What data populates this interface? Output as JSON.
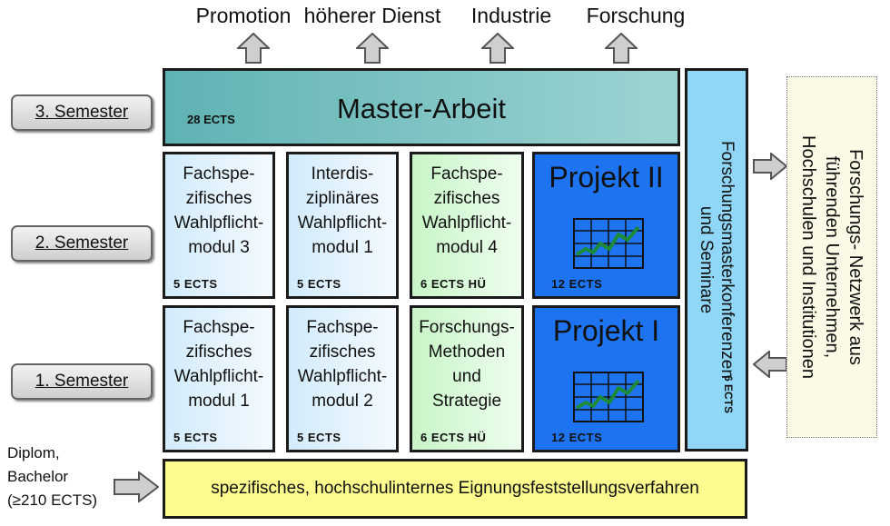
{
  "outcomes": [
    "Promotion",
    "höherer Dienst",
    "Industrie",
    "Forschung"
  ],
  "semesters": {
    "third": "3. Semester",
    "second": "2. Semester",
    "first": "1. Semester"
  },
  "master": {
    "title": "Master-Arbeit",
    "ects": "28 ECTS"
  },
  "row2": [
    {
      "title": "Fachspe-\nzifisches\nWahlpflicht-\nmodul 3",
      "ects": "5 ECTS"
    },
    {
      "title": "Interdis-\nziplinäres\nWahlpflicht-\nmodul 1",
      "ects": "5 ECTS"
    },
    {
      "title": "Fachspe-\nzifisches\nWahlpflicht-\nmodul 4",
      "ects": "6 ECTS HÜ"
    },
    {
      "title": "Projekt II",
      "ects": "12 ECTS"
    }
  ],
  "row1": [
    {
      "title": "Fachspe-\nzifisches\nWahlpflicht-\nmodul 1",
      "ects": "5 ECTS"
    },
    {
      "title": "Fachspe-\nzifisches\nWahlpflicht-\nmodul 2",
      "ects": "5 ECTS"
    },
    {
      "title": "Forschungs-\nMethoden\nund\nStrategie",
      "ects": "6 ECTS HÜ"
    },
    {
      "title": "Projekt I",
      "ects": "12 ECTS"
    }
  ],
  "vertical": {
    "title": "Forschungsmasterkonferenzen\nund Seminare",
    "ects": "6 ECTS"
  },
  "network": {
    "title": "Forschungs- Netzwerk aus\nführenden Unternehmen,\nHochschulen und Institutionen"
  },
  "entry": {
    "title": "spezifisches, hochschulinternes Eignungsfeststellungsverfahren"
  },
  "prerequisite": {
    "title": "Diplom,\nBachelor\n(≥210 ECTS)"
  },
  "colors": {
    "master": "#7cc4c4",
    "light_blue": "#e0f2fd",
    "light_green": "#d4f7d4",
    "project": "#1e74f0",
    "vertical": "#8fd6f7",
    "entry": "#fbfb8e",
    "network": "#fafae6"
  },
  "icons": [
    "arrow-up-icon",
    "arrow-right-icon",
    "arrow-left-icon",
    "line-chart-icon"
  ]
}
